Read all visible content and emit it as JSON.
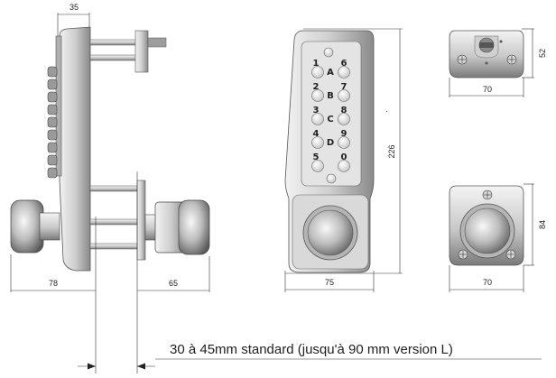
{
  "dimensions": {
    "top_width": "35",
    "left_knob_depth": "78",
    "right_knob_depth": "65",
    "front_width": "75",
    "front_height": "226",
    "cam_plate_width": "70",
    "cam_plate_height": "52",
    "rear_plate_width": "70",
    "rear_plate_height": "84"
  },
  "keypad": {
    "left_column": [
      "1",
      "A",
      "2",
      "B",
      "3",
      "C",
      "4",
      "D",
      "5",
      ""
    ],
    "right_column": [
      "6",
      "7",
      "8",
      "9",
      "0",
      ""
    ]
  },
  "door_thickness_note": "30 à 45mm standard (jusqu'à 90 mm version L)",
  "colors": {
    "metal_light": "#e6e6e6",
    "metal_mid": "#bdbdbd",
    "metal_dark": "#707070",
    "line": "#333333"
  }
}
